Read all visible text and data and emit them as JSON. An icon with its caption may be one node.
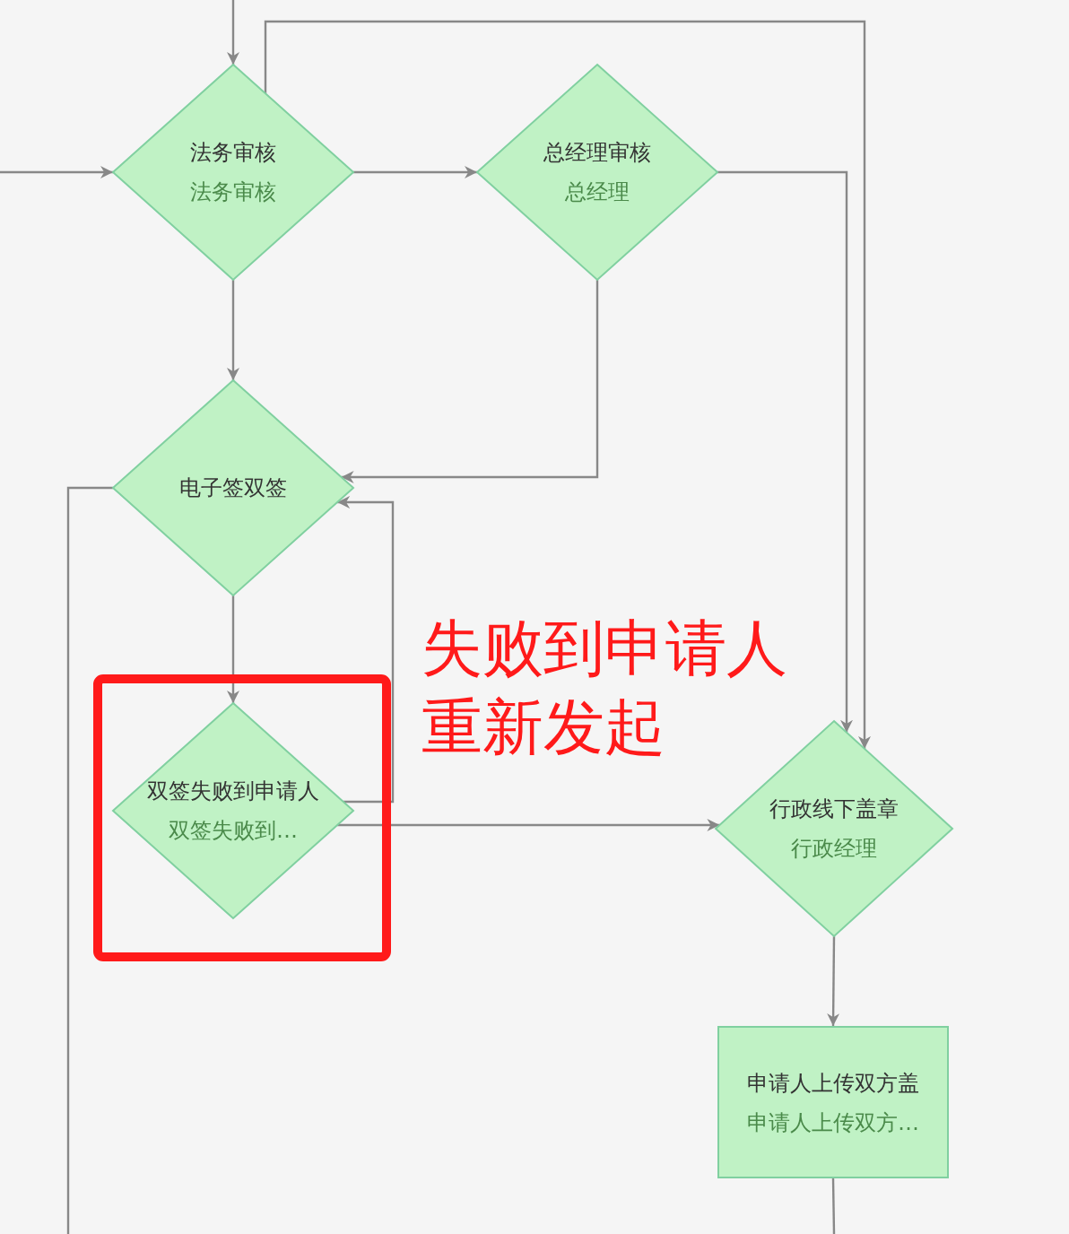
{
  "diagram": {
    "nodes": [
      {
        "text": [
          "法务审核",
          "法务审核"
        ]
      },
      {
        "text": [
          "总经理审核",
          "总经理"
        ]
      },
      {
        "text": [
          "电子签双签"
        ]
      },
      {
        "text": [],
        "shape": "box",
        "beside": [
          "失败到申请人重新发起"
        ]
      },
      {
        "text": [
          "双签失败到申请人",
          "双签失败到…"
        ],
        "in": 3
      },
      {
        "text": [
          "行政线下盖章",
          "行政经理"
        ]
      },
      {
        "text": [
          "申请人上传双方盖",
          "申请人上传双方…"
        ]
      }
    ],
    "edges": [
      {
        "from": null,
        "to": 0,
        "arrow": "to"
      },
      {
        "from": null,
        "to": 0,
        "arrow": "to"
      },
      {
        "from": 0,
        "to": 1,
        "arrow": "to"
      },
      {
        "from": 0,
        "to": 2,
        "arrow": "to"
      },
      {
        "from": 1,
        "to": 2,
        "arrow": "to"
      },
      {
        "from": 0,
        "to": 5,
        "arrow": "to"
      },
      {
        "from": 1,
        "to": 5,
        "arrow": "to"
      },
      {
        "from": 2,
        "to": 4,
        "arrow": "to"
      },
      {
        "from": 2,
        "to": null,
        "arrow": "none"
      },
      {
        "from": 4,
        "to": 2,
        "arrow": "to"
      },
      {
        "from": 4,
        "to": 5,
        "arrow": "to"
      },
      {
        "from": 5,
        "to": 6,
        "arrow": "to"
      },
      {
        "from": 6,
        "to": null,
        "arrow": "none"
      }
    ]
  }
}
